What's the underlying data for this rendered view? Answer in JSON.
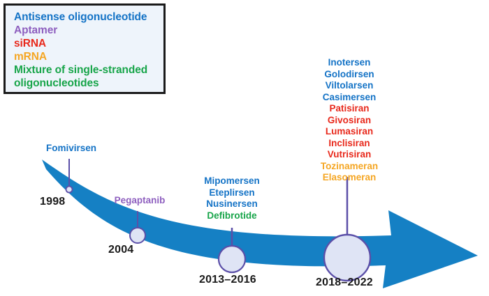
{
  "colors": {
    "antisense_blue": "#1473C6",
    "aptamer_purple": "#8E5FBF",
    "sirna_red": "#E8291C",
    "mrna_orange": "#F5A623",
    "mixture_green": "#18A54A",
    "arrow_blue": "#1580C4",
    "marker_fill": "#DFE4F5",
    "marker_stroke": "#5B4FA8",
    "legend_bg": "#EEF4FB",
    "legend_border": "#1A1A1A",
    "year_text": "#1A1A1A"
  },
  "legend": {
    "items": [
      {
        "label": "Antisense oligonucleotide",
        "color_key": "antisense_blue"
      },
      {
        "label": "Aptamer",
        "color_key": "aptamer_purple"
      },
      {
        "label": "siRNA",
        "color_key": "sirna_red"
      },
      {
        "label": "mRNA",
        "color_key": "mrna_orange"
      },
      {
        "label": "Mixture of single-stranded\noligonucleotides",
        "color_key": "mixture_green"
      }
    ]
  },
  "timeline": {
    "milestones": [
      {
        "year_label": "1998",
        "marker": "small-circle",
        "drugs": [
          {
            "name": "Fomivirsen",
            "color_key": "antisense_blue"
          }
        ]
      },
      {
        "year_label": "2004",
        "marker": "medium-circle",
        "drugs": [
          {
            "name": "Pegaptanib",
            "color_key": "aptamer_purple"
          }
        ]
      },
      {
        "year_label": "2013–2016",
        "marker": "large-circle",
        "drugs": [
          {
            "name": "Mipomersen",
            "color_key": "antisense_blue"
          },
          {
            "name": "Eteplirsen",
            "color_key": "antisense_blue"
          },
          {
            "name": "Nusinersen",
            "color_key": "antisense_blue"
          },
          {
            "name": "Defibrotide",
            "color_key": "mixture_green"
          }
        ]
      },
      {
        "year_label": "2018–2022",
        "marker": "xlarge-circle",
        "drugs": [
          {
            "name": "Inotersen",
            "color_key": "antisense_blue"
          },
          {
            "name": "Golodirsen",
            "color_key": "antisense_blue"
          },
          {
            "name": "Viltolarsen",
            "color_key": "antisense_blue"
          },
          {
            "name": "Casimersen",
            "color_key": "antisense_blue"
          },
          {
            "name": "Patisiran",
            "color_key": "sirna_red"
          },
          {
            "name": "Givosiran",
            "color_key": "sirna_red"
          },
          {
            "name": "Lumasiran",
            "color_key": "sirna_red"
          },
          {
            "name": "Inclisiran",
            "color_key": "sirna_red"
          },
          {
            "name": "Vutrisiran",
            "color_key": "sirna_red"
          },
          {
            "name": "Tozinameran",
            "color_key": "mrna_orange"
          },
          {
            "name": "Elasomeran",
            "color_key": "mrna_orange"
          }
        ]
      }
    ]
  }
}
